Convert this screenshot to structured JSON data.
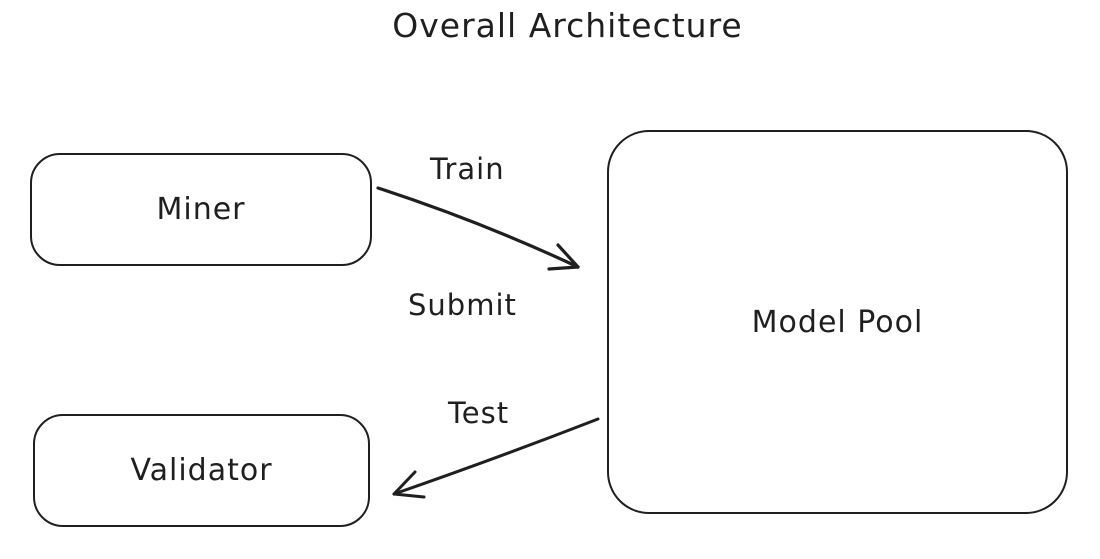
{
  "title": "Overall Architecture",
  "nodes": {
    "miner": {
      "label": "Miner"
    },
    "model_pool": {
      "label": "Model Pool"
    },
    "validator": {
      "label": "Validator"
    }
  },
  "edges": {
    "train": {
      "label": "Train",
      "from": "Miner",
      "to": "Model Pool"
    },
    "submit": {
      "label": "Submit",
      "from": "Miner",
      "to": "Model Pool"
    },
    "test": {
      "label": "Test",
      "from": "Model Pool",
      "to": "Validator"
    }
  },
  "colors": {
    "stroke": "#1f1f1f",
    "background": "#ffffff"
  }
}
